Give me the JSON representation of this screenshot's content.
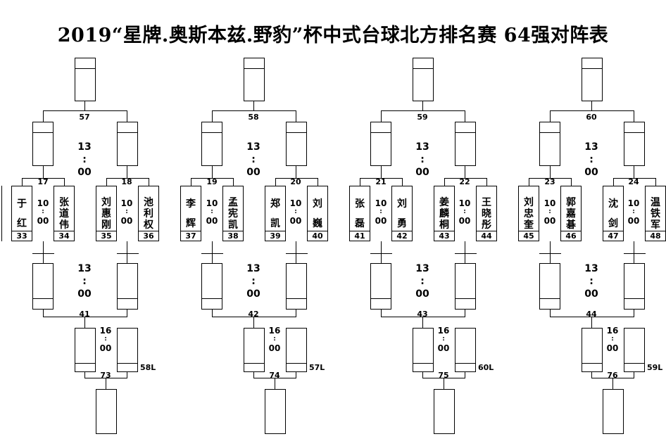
{
  "title": "2019“星牌.奥斯本兹.野豹”杯中式台球北方排名赛 64强对阵表",
  "groups": [
    {
      "top_match": "57",
      "r1_time": [
        "13",
        ":",
        "00"
      ],
      "r1_matches": [
        "17",
        "18"
      ],
      "r2_time": [
        "10",
        ":",
        "00"
      ],
      "players": [
        {
          "name": [
            "于",
            "红"
          ],
          "seed": "33"
        },
        {
          "name": [
            "张",
            "道",
            "伟"
          ],
          "seed": "34"
        },
        {
          "name": [
            "刘",
            "惠",
            "刚"
          ],
          "seed": "35"
        },
        {
          "name": [
            "池",
            "利",
            "权"
          ],
          "seed": "36"
        }
      ],
      "bottom_time": [
        "13",
        ":",
        "00"
      ],
      "bottom_match": "41",
      "final_time": [
        "16",
        ":",
        "00"
      ],
      "final_match": "73",
      "side_label": "58L"
    },
    {
      "top_match": "58",
      "r1_time": [
        "13",
        ":",
        "00"
      ],
      "r1_matches": [
        "19",
        "20"
      ],
      "r2_time": [
        "10",
        ":",
        "00"
      ],
      "players": [
        {
          "name": [
            "李",
            "辉"
          ],
          "seed": "37"
        },
        {
          "name": [
            "孟",
            "宪",
            "凯"
          ],
          "seed": "38"
        },
        {
          "name": [
            "郑",
            "凯"
          ],
          "seed": "39"
        },
        {
          "name": [
            "刘",
            "巍"
          ],
          "seed": "40"
        }
      ],
      "bottom_time": [
        "13",
        ":",
        "00"
      ],
      "bottom_match": "42",
      "final_time": [
        "16",
        ":",
        "00"
      ],
      "final_match": "74",
      "side_label": "57L"
    },
    {
      "top_match": "59",
      "r1_time": [
        "13",
        ":",
        "00"
      ],
      "r1_matches": [
        "21",
        "22"
      ],
      "r2_time": [
        "10",
        ":",
        "00"
      ],
      "players": [
        {
          "name": [
            "张",
            "磊"
          ],
          "seed": "41"
        },
        {
          "name": [
            "刘",
            "勇"
          ],
          "seed": "42"
        },
        {
          "name": [
            "姜",
            "麟",
            "桐"
          ],
          "seed": "43"
        },
        {
          "name": [
            "王",
            "晓",
            "彤"
          ],
          "seed": "44"
        }
      ],
      "bottom_time": [
        "13",
        ":",
        "00"
      ],
      "bottom_match": "43",
      "final_time": [
        "16",
        ":",
        "00"
      ],
      "final_match": "75",
      "side_label": "60L"
    },
    {
      "top_match": "60",
      "r1_time": [
        "13",
        ":",
        "00"
      ],
      "r1_matches": [
        "23",
        "24"
      ],
      "r2_time": [
        "10",
        ":",
        "00"
      ],
      "players": [
        {
          "name": [
            "刘",
            "忠",
            "奎"
          ],
          "seed": "45"
        },
        {
          "name": [
            "郭",
            "嘉",
            "碁"
          ],
          "seed": "46"
        },
        {
          "name": [
            "沈",
            "剑"
          ],
          "seed": "47"
        },
        {
          "name": [
            "温",
            "铁",
            "军"
          ],
          "seed": "48"
        }
      ],
      "bottom_time": [
        "13",
        ":",
        "00"
      ],
      "bottom_match": "44",
      "final_time": [
        "16",
        ":",
        "00"
      ],
      "final_match": "76",
      "side_label": "59L"
    }
  ]
}
